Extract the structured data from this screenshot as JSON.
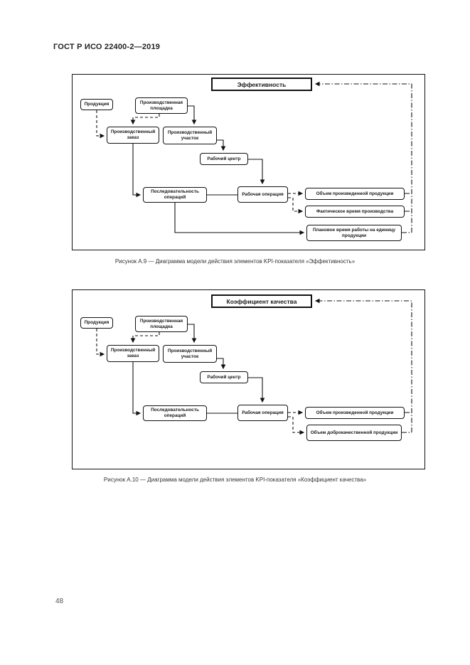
{
  "page": {
    "header": "ГОСТ Р ИСО 22400-2—2019",
    "page_number": "48"
  },
  "figure9": {
    "kpi_title": "Эффективность",
    "nodes": {
      "product": "Продукция",
      "site": "Производственная площадка",
      "order": "Производственный заказ",
      "area": "Производственный участок",
      "work_center": "Рабочий центр",
      "sequence": "Последовательность операций",
      "operation": "Рабочая операция"
    },
    "outputs": {
      "produced": "Объем произведенной продукции",
      "actual_time": "Фактическое время производства",
      "planned_time": "Плановое время работы на единицу продукции"
    },
    "caption": "Рисунок А.9 — Диаграмма модели действия элементов KPI-показателя «Эффективность»"
  },
  "figure10": {
    "kpi_title": "Коэффициент качества",
    "nodes": {
      "product": "Продукция",
      "site": "Производственная площадка",
      "order": "Производственный заказ",
      "area": "Производственный участок",
      "work_center": "Рабочий центр",
      "sequence": "Последовательность операций",
      "operation": "Рабочая операция"
    },
    "outputs": {
      "produced": "Объем произведенной продукции",
      "good": "Объем доброкачественной продукции"
    },
    "caption": "Рисунок А.10 — Диаграмма модели действия элементов KPI-показателя «Коэффициент качества»"
  }
}
